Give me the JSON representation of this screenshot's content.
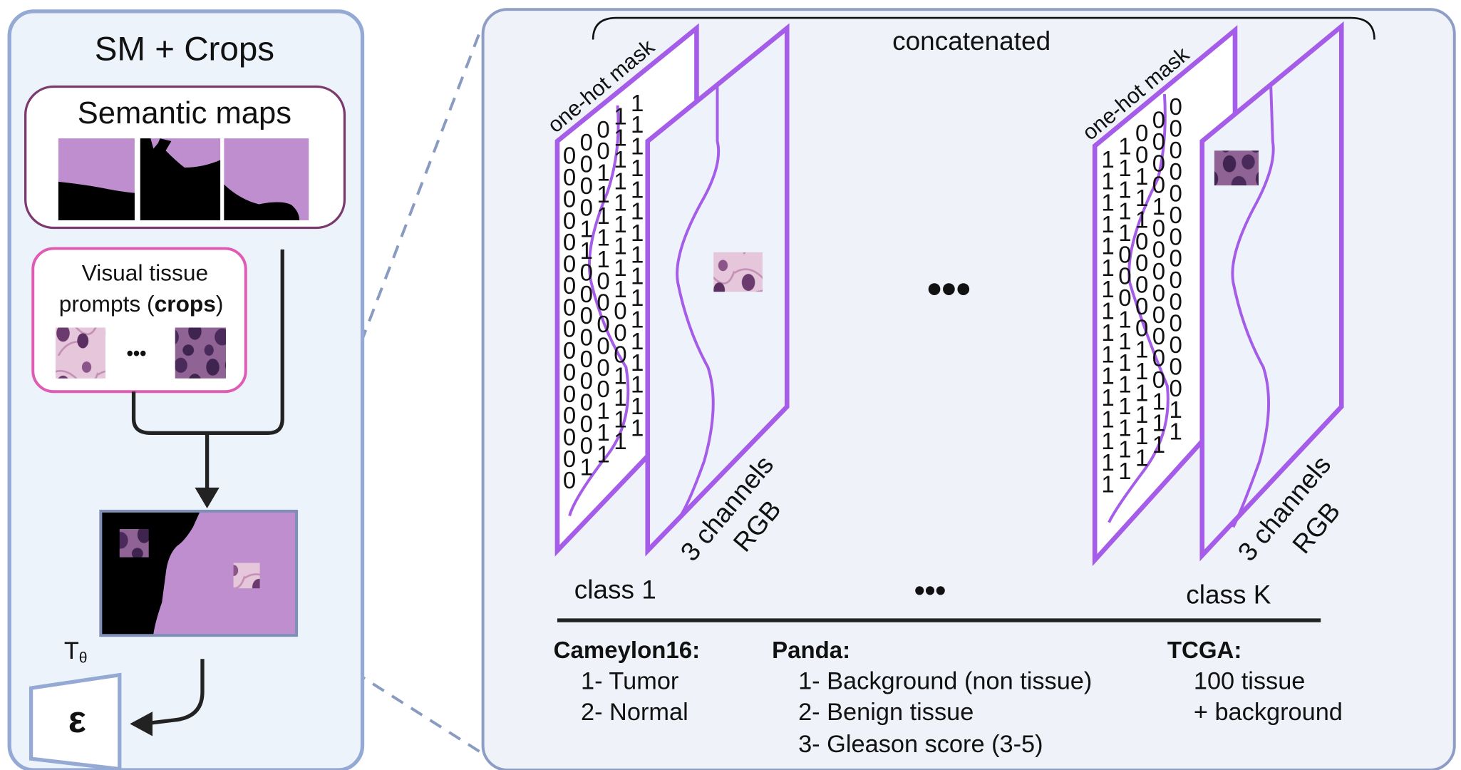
{
  "left_panel": {
    "title": "SM + Crops",
    "semantic_maps": {
      "label": "Semantic maps"
    },
    "prompts": {
      "line1": "Visual tissue",
      "line2_prefix": "prompts (",
      "line2_bold": "crops",
      "line2_suffix": ")",
      "ellipsis": "•••"
    },
    "transform_label": "T",
    "transform_subscript": "θ",
    "encoder_label": "ε"
  },
  "right_panel": {
    "concat_label": "concatenated",
    "middle_ellipsis": "•••",
    "classes": [
      {
        "label": "class 1",
        "mask_label": "one-hot mask",
        "rgb_label_1": "3 channels",
        "rgb_label_2": "RGB",
        "mask_rows": [
          "00011",
          "00011",
          "00111",
          "00111",
          "01111",
          "01111",
          "00111",
          "00011",
          "00011",
          "00001",
          "00001",
          "00001",
          "00011",
          "00111",
          "00111",
          "01111"
        ]
      },
      {
        "label": "class K",
        "mask_label": "one-hot mask",
        "rgb_label_1": "3 channels",
        "rgb_label_2": "RGB",
        "mask_rows": [
          "11000",
          "11000",
          "11100",
          "11100",
          "11110",
          "10000",
          "10000",
          "10000",
          "11000",
          "11000",
          "11100",
          "11100",
          "11100",
          "11110",
          "11111",
          "11111"
        ]
      }
    ],
    "datasets": [
      {
        "name": "Cameylon16:",
        "items": [
          "1- Tumor",
          "2- Normal"
        ]
      },
      {
        "name": "Panda:",
        "items": [
          "1- Background (non tissue)",
          "2- Benign tissue",
          "3- Gleason score (3-5)"
        ]
      },
      {
        "name": "TCGA:",
        "items": [
          "100 tissue",
          "+ background"
        ]
      }
    ]
  },
  "colors": {
    "panel_stroke": "#94a9d3",
    "panel_fill": "#edf3fb",
    "mask_purple": "#bf8ecf",
    "plane_stroke": "#a55ce8",
    "semantic_box_stroke": "#7b3a6e",
    "prompt_box_stroke": "#e05cb4"
  }
}
